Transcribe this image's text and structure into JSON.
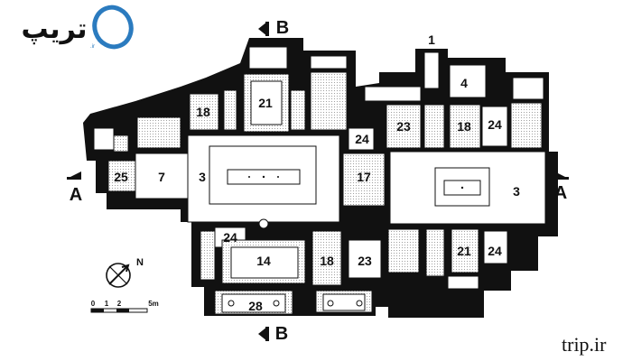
{
  "logo": {
    "brand_mark": "تریپ",
    "domain_suffix": ".ir"
  },
  "watermark": "trip.ir",
  "section_markers": {
    "b_top": "B",
    "b_bottom": "B",
    "a_left": "A",
    "a_right": "A"
  },
  "compass": {
    "north_label": "N"
  },
  "scale_bar": {
    "labels": [
      "0",
      "1",
      "2",
      "5m"
    ]
  },
  "rooms": {
    "r1": "1",
    "r4": "4",
    "r18_top": "18",
    "r21_top": "21",
    "r24_a": "24",
    "r23_top": "23",
    "r18_right": "18",
    "r24_b": "24",
    "r25": "25",
    "r7": "7",
    "r3_left": "3",
    "r17": "17",
    "r3_right": "3",
    "r24_c": "24",
    "r14": "14",
    "r18_bottom": "18",
    "r23_bottom": "23",
    "r21_bottom": "21",
    "r24_d": "24",
    "r28": "28"
  },
  "colors": {
    "wall": "#111111",
    "floor": "#ffffff",
    "hatch": "#9a9a9a",
    "logo_blue": "#2b7bbf"
  }
}
